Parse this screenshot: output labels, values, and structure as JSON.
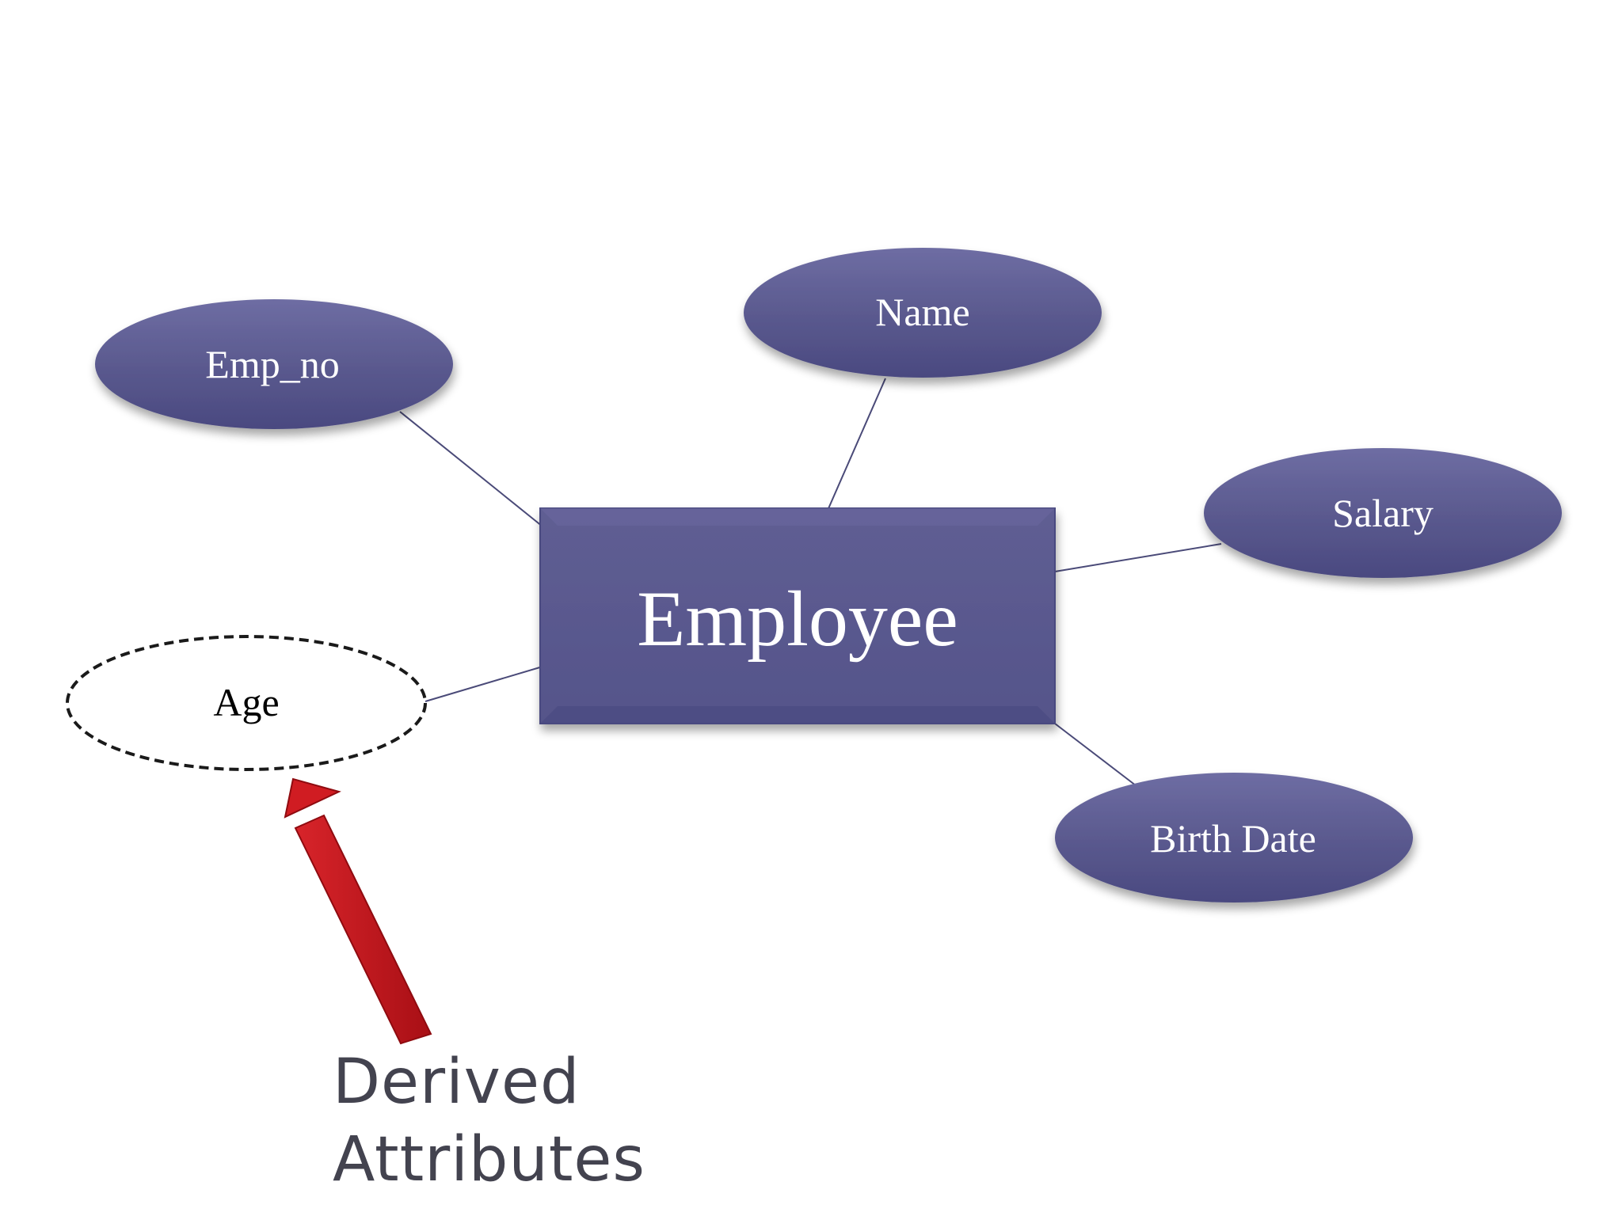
{
  "entity": {
    "label": "Employee"
  },
  "attributes": [
    {
      "id": "emp_no",
      "label": "Emp_no",
      "derived": false
    },
    {
      "id": "name",
      "label": "Name",
      "derived": false
    },
    {
      "id": "salary",
      "label": "Salary",
      "derived": false
    },
    {
      "id": "age",
      "label": "Age",
      "derived": true
    },
    {
      "id": "birth_date",
      "label": "Birth Date",
      "derived": false
    }
  ],
  "annotation": {
    "line1": "Derived",
    "line2": "Attributes"
  },
  "colors": {
    "shape_fill": "#5b5a8f",
    "shape_fill_dark": "#4c4b7e",
    "connector": "#4a4a78",
    "derived_outline": "#1a1a1a",
    "arrow": "#c0141b",
    "caption_text": "#43434f"
  }
}
